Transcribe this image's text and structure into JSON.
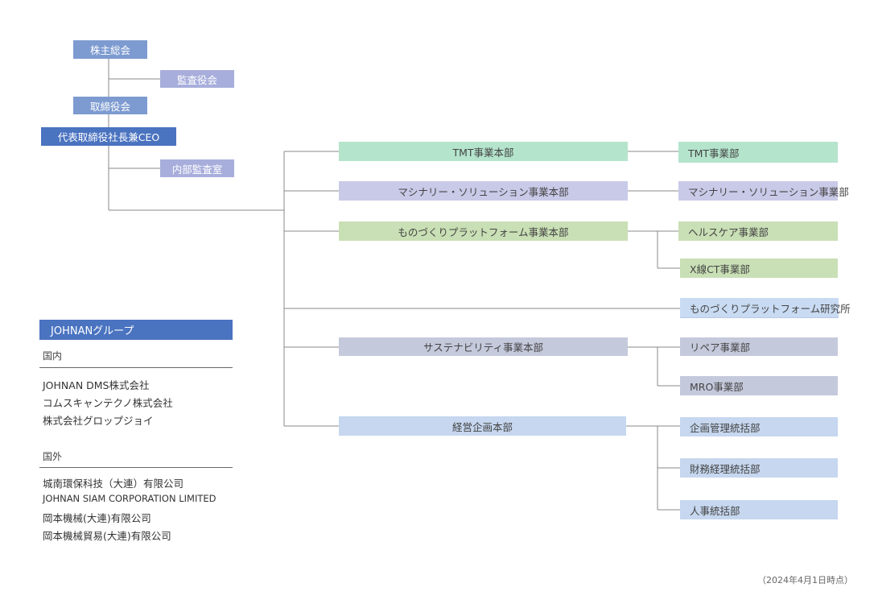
{
  "governance": {
    "shareholders": "株主総会",
    "auditors": "監査役会",
    "board": "取締役会",
    "ceo": "代表取締役社長兼CEO",
    "internal_audit": "内部監査室"
  },
  "divisions": {
    "tmt_hq": "TMT事業本部",
    "tmt": "TMT事業部",
    "machinery_hq": "マシナリー・ソリューション事業本部",
    "machinery": "マシナリー・ソリューション事業部",
    "monozukuri_hq": "ものづくりプラットフォーム事業本部",
    "healthcare": "ヘルスケア事業部",
    "xray": "X線CT事業部",
    "lab": "ものづくりプラットフォーム研究所",
    "sustain_hq": "サステナビリティ事業本部",
    "repair": "リペア事業部",
    "mro": "MRO事業部",
    "planning_hq": "経営企画本部",
    "planning_mgmt": "企画管理統括部",
    "finance": "財務経理統括部",
    "hr": "人事統括部"
  },
  "group": {
    "title": "JOHNANグループ",
    "domestic_label": "国内",
    "domestic": [
      "JOHNAN DMS株式会社",
      "コムスキャンテクノ株式会社",
      "株式会社グロップジョイ"
    ],
    "overseas_label": "国外",
    "overseas": [
      "城南環保科技（大連）有限公司",
      "JOHNAN SIAM CORPORATION LIMITED",
      "岡本機械(大連)有限公司",
      "岡本機械貿易(大連)有限公司"
    ]
  },
  "as_of": "（2024年4月1日時点）"
}
